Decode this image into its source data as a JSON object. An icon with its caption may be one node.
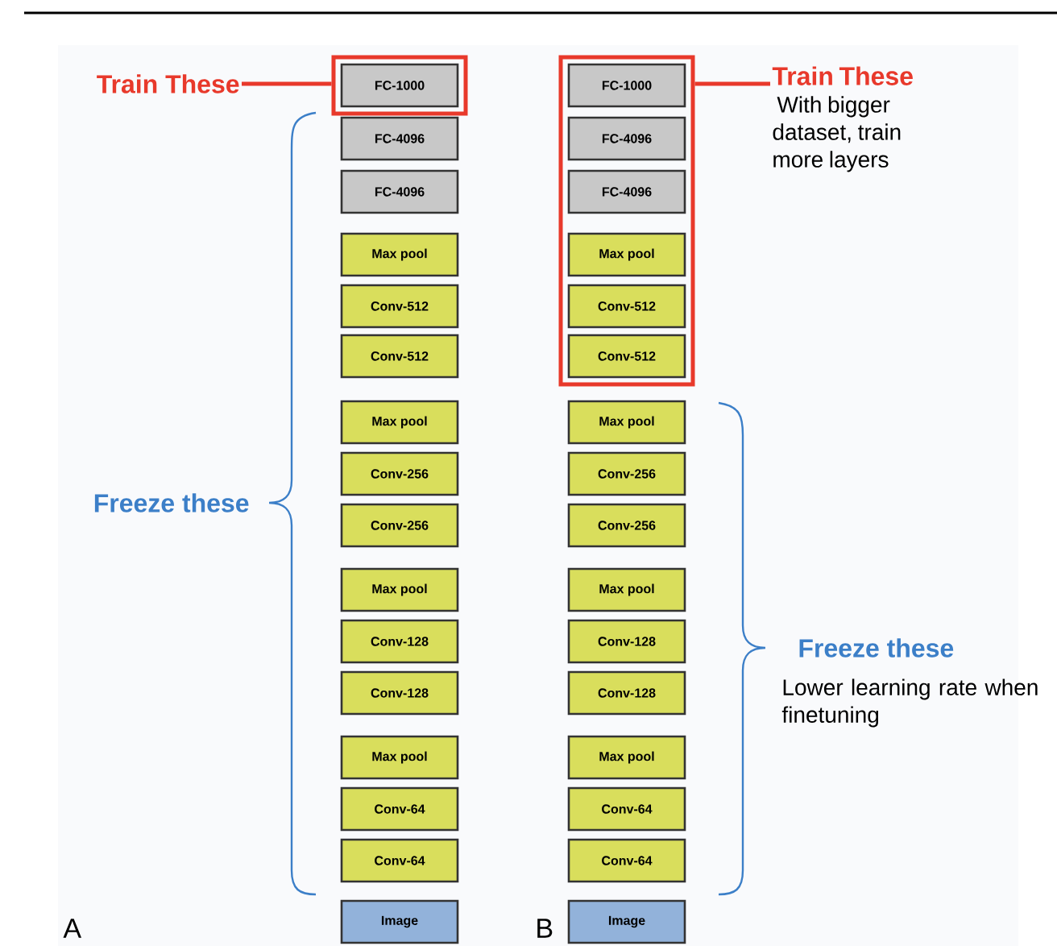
{
  "diagram": {
    "nodes": [
      {
        "text": [
          "Train These"
        ]
      },
      {
        "text": [],
        "shape": "box"
      },
      {
        "text": [
          "FC-1000"
        ],
        "in": 1
      },
      {
        "text": [
          "FC-4096"
        ]
      },
      {
        "text": [
          "FC-4096"
        ]
      },
      {
        "text": [
          "Max pool"
        ]
      },
      {
        "text": [
          "Conv-512"
        ]
      },
      {
        "text": [
          "Conv-512"
        ]
      },
      {
        "text": [
          "Max pool"
        ]
      },
      {
        "text": [
          "Conv-256"
        ]
      },
      {
        "text": [
          "Conv-256"
        ]
      },
      {
        "text": [
          "Max pool"
        ]
      },
      {
        "text": [
          "Conv-128"
        ]
      },
      {
        "text": [
          "Conv-128"
        ]
      },
      {
        "text": [
          "Max pool"
        ]
      },
      {
        "text": [
          "Conv-64"
        ]
      },
      {
        "text": [
          "Conv-64"
        ]
      },
      {
        "text": [
          "Image"
        ]
      },
      {
        "text": [],
        "shape": "box"
      },
      {
        "text": [
          "FC-1000"
        ],
        "in": 18
      },
      {
        "text": [
          "FC-4096"
        ],
        "in": 18
      },
      {
        "text": [
          "FC-4096"
        ],
        "in": 18
      },
      {
        "text": [
          "Max pool"
        ],
        "in": 18
      },
      {
        "text": [
          "Conv-512"
        ],
        "in": 18
      },
      {
        "text": [
          "Conv-512"
        ],
        "in": 18
      },
      {
        "text": [
          "Max pool"
        ]
      },
      {
        "text": [
          "Conv-256"
        ]
      },
      {
        "text": [
          "Conv-256"
        ]
      },
      {
        "text": [
          "Max pool"
        ]
      },
      {
        "text": [
          "Conv-128"
        ]
      },
      {
        "text": [
          "Conv-128"
        ]
      },
      {
        "text": [
          "Max pool"
        ]
      },
      {
        "text": [
          "Conv-64"
        ]
      },
      {
        "text": [
          "Conv-64"
        ]
      },
      {
        "text": [
          "Image"
        ]
      },
      {
        "text": [
          "Train These",
          "With bigger dataset, train more layers"
        ]
      }
    ],
    "edges": [
      {
        "from": 0,
        "to": 1,
        "arrow": "none"
      },
      {
        "from": 18,
        "to": 35,
        "arrow": "none"
      }
    ],
    "labels": [
      "Freeze these",
      "Freeze these",
      "Lower learning rate when finetuning",
      "A",
      "B"
    ]
  }
}
